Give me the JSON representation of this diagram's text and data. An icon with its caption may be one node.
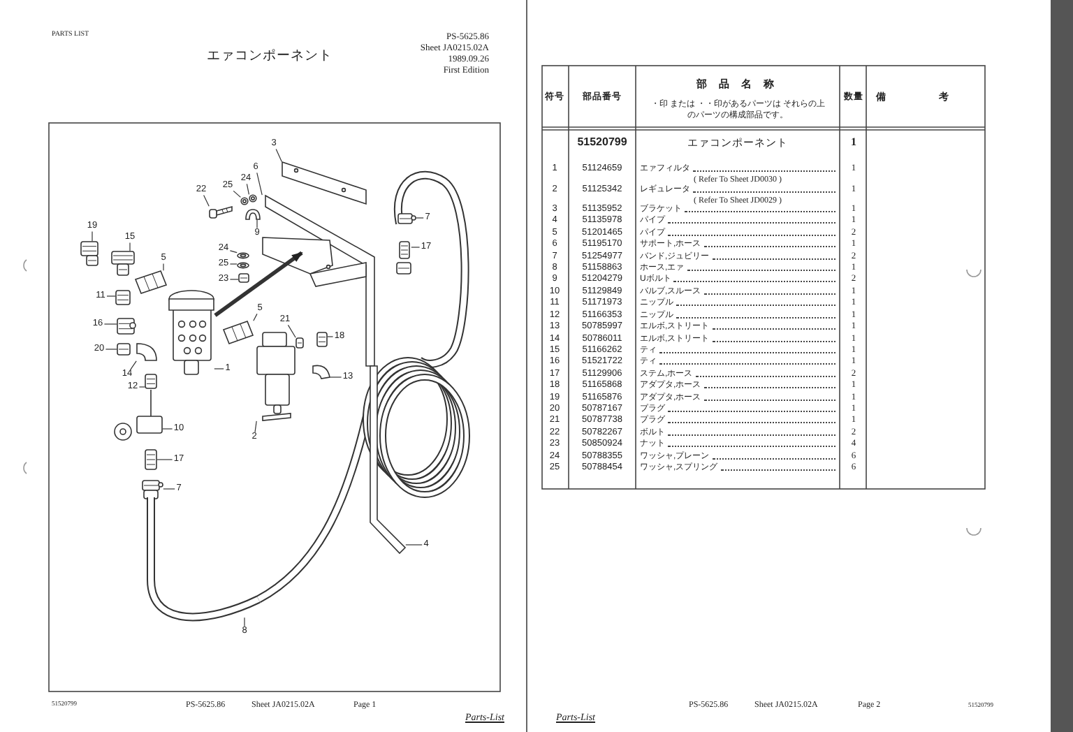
{
  "diagram": {
    "nodes": [
      {
        "text": [
          "3"
        ]
      },
      {
        "text": [
          "6"
        ]
      },
      {
        "text": [
          "24"
        ]
      },
      {
        "text": [
          "25"
        ]
      },
      {
        "text": [
          "22"
        ]
      },
      {
        "text": [
          "9"
        ]
      },
      {
        "text": [
          "7"
        ]
      },
      {
        "text": [
          "19"
        ]
      },
      {
        "text": [
          "15"
        ]
      },
      {
        "text": [
          "17"
        ]
      },
      {
        "text": [
          "5"
        ]
      },
      {
        "text": [
          "24"
        ]
      },
      {
        "text": [
          "25"
        ]
      },
      {
        "text": [
          "23"
        ]
      },
      {
        "text": [
          "11"
        ]
      },
      {
        "text": [
          "5"
        ]
      },
      {
        "text": [
          "16"
        ]
      },
      {
        "text": [
          "21"
        ]
      },
      {
        "text": [
          "18"
        ]
      },
      {
        "text": [
          "20"
        ]
      },
      {
        "text": [
          "1"
        ]
      },
      {
        "text": [
          "14"
        ]
      },
      {
        "text": [
          "13"
        ]
      },
      {
        "text": [
          "12"
        ]
      },
      {
        "text": [
          "2"
        ]
      },
      {
        "text": [
          "10"
        ]
      },
      {
        "text": [
          "17"
        ]
      },
      {
        "text": [
          "7"
        ]
      },
      {
        "text": [
          "4"
        ]
      },
      {
        "text": [
          "8"
        ]
      },
      {
        "text": [],
        "shape": "picture"
      },
      {
        "text": [],
        "shape": "picture"
      },
      {
        "text": [],
        "shape": "picture"
      },
      {
        "text": [],
        "shape": "picture"
      },
      {
        "text": [],
        "shape": "picture"
      },
      {
        "text": [],
        "shape": "picture"
      },
      {
        "text": [],
        "shape": "picture"
      },
      {
        "text": [],
        "shape": "picture"
      },
      {
        "text": [],
        "shape": "picture"
      },
      {
        "text": [],
        "shape": "picture"
      },
      {
        "text": [],
        "shape": "picture"
      },
      {
        "text": [],
        "shape": "picture"
      },
      {
        "text": [],
        "shape": "picture"
      },
      {
        "text": [],
        "shape": "picture"
      },
      {
        "text": [],
        "shape": "picture"
      },
      {
        "text": [],
        "shape": "picture"
      },
      {
        "text": [],
        "shape": "picture"
      },
      {
        "text": [],
        "shape": "picture"
      },
      {
        "text": [],
        "shape": "picture"
      },
      {
        "text": [],
        "shape": "picture"
      },
      {
        "text": [],
        "shape": "picture"
      },
      {
        "text": [],
        "shape": "picture"
      },
      {
        "text": [],
        "shape": "picture"
      },
      {
        "text": [],
        "shape": "picture"
      },
      {
        "text": [],
        "shape": "picture"
      },
      {
        "text": [],
        "shape": "picture"
      },
      {
        "text": [],
        "shape": "picture"
      },
      {
        "text": [],
        "shape": "picture"
      },
      {
        "text": [],
        "shape": "picture"
      },
      {
        "text": [],
        "shape": "picture"
      }
    ],
    "edges": [
      {
        "from": 0,
        "to": 30,
        "arrow": "none"
      },
      {
        "from": 1,
        "to": 31,
        "arrow": "none"
      },
      {
        "from": 2,
        "to": 32,
        "arrow": "none"
      },
      {
        "from": 3,
        "to": 33,
        "arrow": "none"
      },
      {
        "from": 4,
        "to": 34,
        "arrow": "none"
      },
      {
        "from": 5,
        "to": 35,
        "arrow": "none"
      },
      {
        "from": 6,
        "to": 36,
        "arrow": "none"
      },
      {
        "from": 7,
        "to": 37,
        "arrow": "none"
      },
      {
        "from": 8,
        "to": 38,
        "arrow": "none"
      },
      {
        "from": 9,
        "to": 39,
        "arrow": "none"
      },
      {
        "from": 10,
        "to": 40,
        "arrow": "none"
      },
      {
        "from": 11,
        "to": 41,
        "arrow": "none"
      },
      {
        "from": 12,
        "to": 42,
        "arrow": "none"
      },
      {
        "from": 13,
        "to": 43,
        "arrow": "none"
      },
      {
        "from": 14,
        "to": 44,
        "arrow": "none"
      },
      {
        "from": 15,
        "to": 45,
        "arrow": "none"
      },
      {
        "from": 16,
        "to": 46,
        "arrow": "none"
      },
      {
        "from": 17,
        "to": 47,
        "arrow": "none"
      },
      {
        "from": 18,
        "to": 48,
        "arrow": "none"
      },
      {
        "from": 19,
        "to": 49,
        "arrow": "none"
      },
      {
        "from": 20,
        "to": 50,
        "arrow": "none"
      },
      {
        "from": 21,
        "to": 51,
        "arrow": "none"
      },
      {
        "from": 22,
        "to": 52,
        "arrow": "none"
      },
      {
        "from": 23,
        "to": 53,
        "arrow": "none"
      },
      {
        "from": 24,
        "to": 54,
        "arrow": "none"
      },
      {
        "from": 25,
        "to": 55,
        "arrow": "none"
      },
      {
        "from": 26,
        "to": 56,
        "arrow": "none"
      },
      {
        "from": 27,
        "to": 57,
        "arrow": "none"
      },
      {
        "from": 28,
        "to": 58,
        "arrow": "none"
      },
      {
        "from": 29,
        "to": 59,
        "arrow": "none"
      },
      {
        "from": 50,
        "to": 31,
        "arrow": "to",
        "style": "thick"
      }
    ],
    "labels": [
      "PARTS LIST",
      "エァコンポーネント",
      "PS-5625.86",
      "Sheet JA0215.02A",
      "1989.09.26",
      "First Edition",
      "符号",
      "部品番号",
      "部 品 名 称",
      "・印 または ・・印があるパーツは それらの上のパーツの構成部品です。",
      "数量",
      "備 考",
      "51520799",
      "エァコンポーネント",
      "1",
      "1",
      "51124659",
      "エァフィルタ",
      "1",
      "( Refer To Sheet JD0030 )",
      "2",
      "51125342",
      "レギュレータ",
      "1",
      "( Refer To Sheet JD0029 )",
      "3",
      "51135952",
      "ブラケット",
      "1",
      "4",
      "51135978",
      "パイプ",
      "1",
      "5",
      "51201465",
      "パイプ",
      "2",
      "6",
      "51195170",
      "サポート,ホース",
      "1",
      "7",
      "51254977",
      "バンド,ジュビリー",
      "2",
      "8",
      "51158863",
      "ホース,エァ",
      "1",
      "9",
      "51204279",
      "Uボルト",
      "2",
      "10",
      "51129849",
      "バルブ,スルース",
      "1",
      "11",
      "51171973",
      "ニップル",
      "1",
      "12",
      "51166353",
      "ニップル",
      "1",
      "13",
      "50785997",
      "エルボ,ストリート",
      "1",
      "14",
      "50786011",
      "エルボ,ストリート",
      "1",
      "15",
      "51166262",
      "ティ",
      "1",
      "16",
      "51521722",
      "ティ",
      "1",
      "17",
      "51129906",
      "ステム,ホース",
      "2",
      "18",
      "51165868",
      "アダプタ,ホース",
      "1",
      "19",
      "51165876",
      "アダプタ,ホース",
      "1",
      "20",
      "50787167",
      "プラグ",
      "1",
      "21",
      "50787738",
      "プラグ",
      "1",
      "22",
      "50782267",
      "ボルト",
      "2",
      "23",
      "50850924",
      "ナット",
      "4",
      "24",
      "50788355",
      "ワッシャ,プレーン",
      "6",
      "25",
      "50788454",
      "ワッシャ,スプリング",
      "6",
      "51520799",
      "PS-5625.86",
      "Sheet JA0215.02A",
      "Page 1",
      "Parts-List",
      "Parts-List",
      "PS-5625.86",
      "Sheet JA0215.02A",
      "Page 2",
      "51520799"
    ]
  }
}
